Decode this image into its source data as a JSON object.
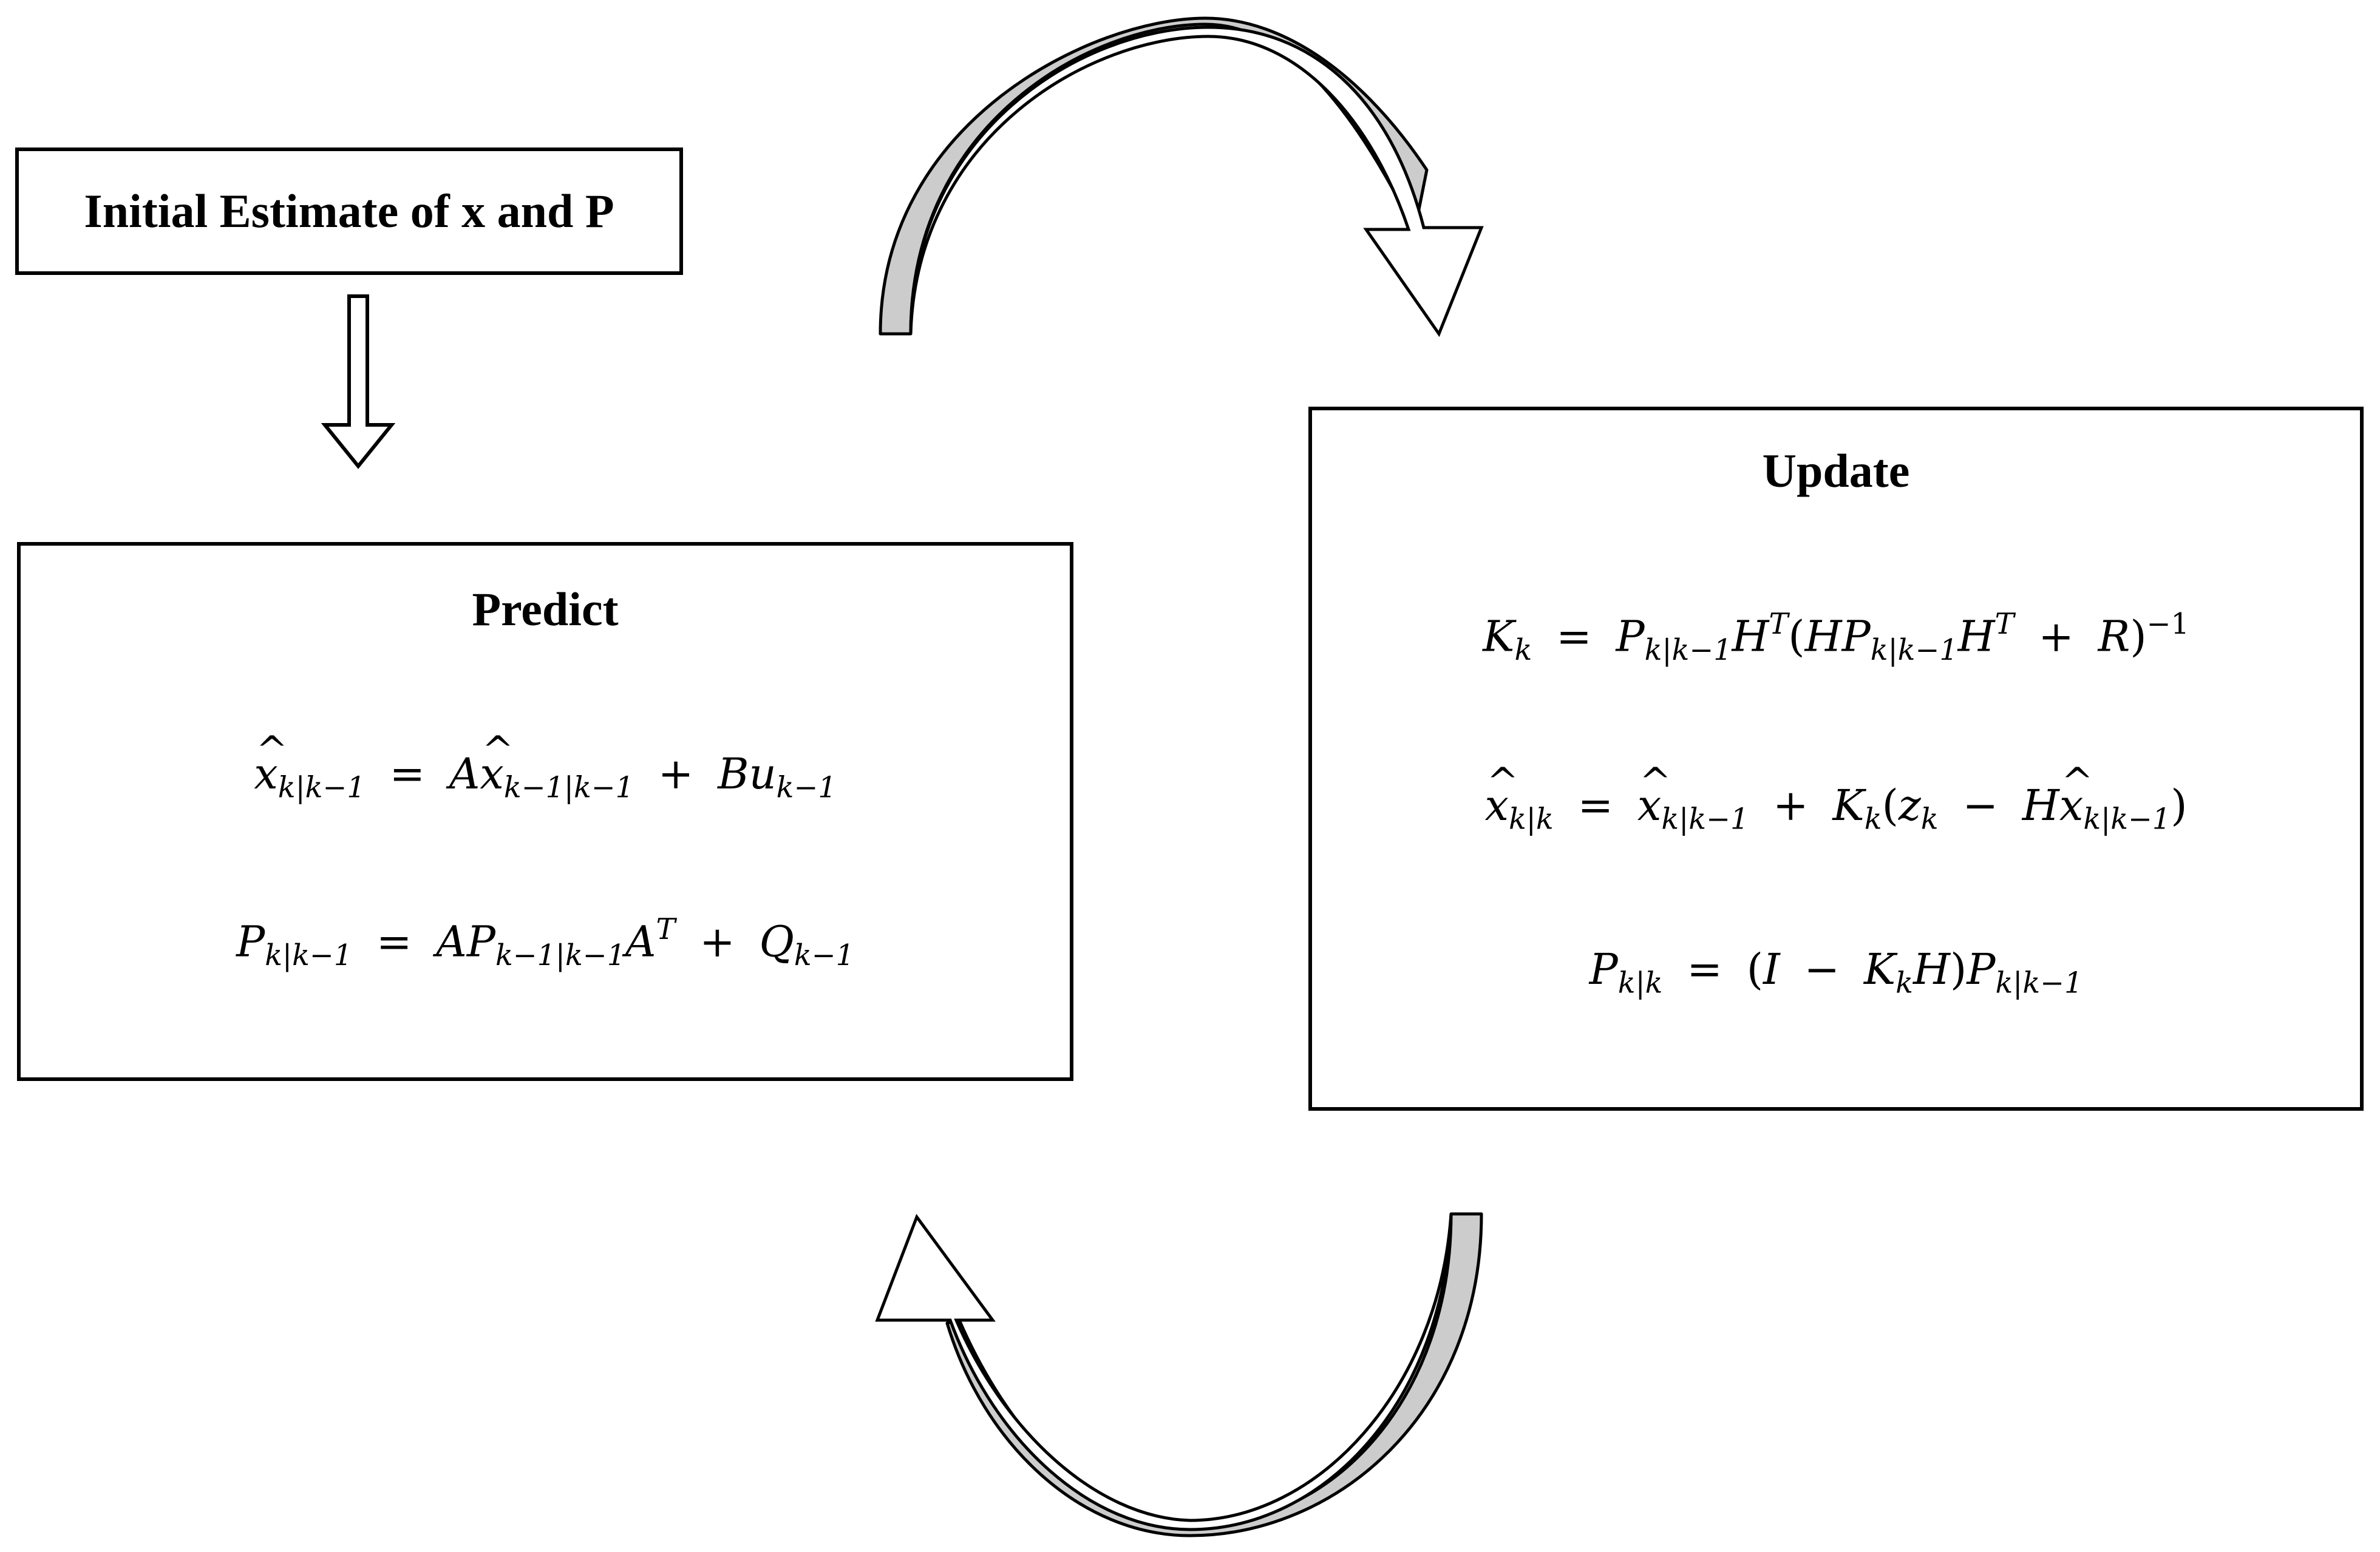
{
  "initial": {
    "label": "Initial Estimate of x and P"
  },
  "predict": {
    "title": "Predict",
    "eq1": {
      "lhs_var": "x",
      "lhs_sub": "k|k−1",
      "rhs_a": "A",
      "rhs_x": "x",
      "rhs_x_sub": "k−1|k−1",
      "plus": "+",
      "rhs_b": "Bu",
      "rhs_b_sub": "k−1"
    },
    "eq2": {
      "lhs_var": "P",
      "lhs_sub": "k|k−1",
      "rhs_ap": "AP",
      "rhs_ap_sub": "k−1|k−1",
      "rhs_a": "A",
      "rhs_a_sup": "T",
      "plus": "+",
      "rhs_q": "Q",
      "rhs_q_sub": "k−1"
    }
  },
  "update": {
    "title": "Update",
    "eq1": {
      "lhs": "K",
      "lhs_sub": "k",
      "p": "P",
      "p_sub": "k|k−1",
      "h": "H",
      "h_sup": "T",
      "open": "(",
      "hp": "HP",
      "hp_sub": "k|k−1",
      "h2": "H",
      "h2_sup": "T",
      "plus": "+",
      "r": "R",
      "close": ")",
      "inv_sup": "−1"
    },
    "eq2": {
      "lhs": "x",
      "lhs_sub": "k|k",
      "x1": "x",
      "x1_sub": "k|k−1",
      "plus": "+",
      "k": "K",
      "k_sub": "k",
      "open": "(",
      "z": "z",
      "z_sub": "k",
      "minus": "−",
      "h": "H",
      "x2": "x",
      "x2_sub": "k|k−1",
      "close": ")"
    },
    "eq3": {
      "lhs": "P",
      "lhs_sub": "k|k",
      "open": "(",
      "i": "I",
      "minus": "−",
      "k": "K",
      "k_sub": "k",
      "h": "H",
      "close": ")",
      "p": "P",
      "p_sub": "k|k−1"
    }
  },
  "colors": {
    "stroke": "#000000",
    "shade": "#cccccc",
    "background": "#ffffff"
  }
}
